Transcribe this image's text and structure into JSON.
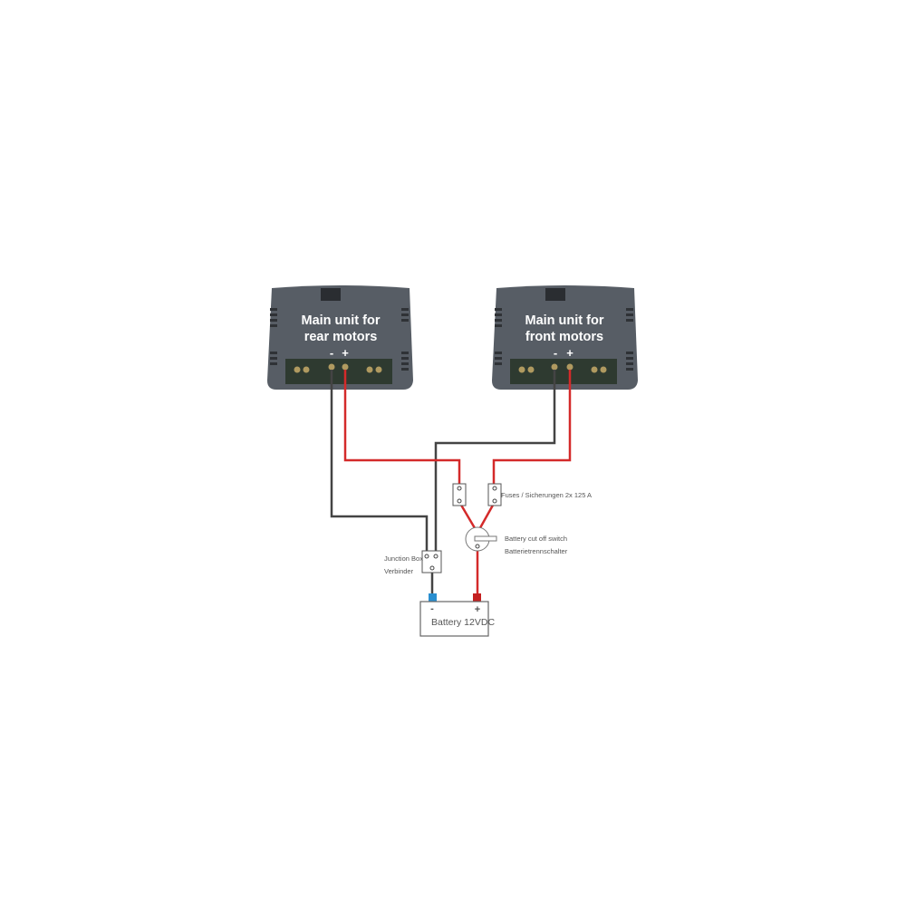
{
  "units": {
    "rear": {
      "line1": "Main unit for",
      "line2": "rear motors",
      "minus": "-",
      "plus": "+"
    },
    "front": {
      "line1": "Main unit for",
      "line2": "front motors",
      "minus": "-",
      "plus": "+"
    }
  },
  "labels": {
    "fuses": "Fuses / Sicherungen 2x 125 A",
    "switch_en": "Battery cut off switch",
    "switch_de": "Batterietrennschalter",
    "junction_en": "Junction Box",
    "junction_de": "Verbinder",
    "battery": "Battery 12VDC",
    "battery_minus": "-",
    "battery_plus": "+"
  },
  "colors": {
    "positive": "#d42a2a",
    "negative": "#444444",
    "unit_body": "#555b63",
    "neg_terminal": "#2a8fd0",
    "pos_terminal": "#c42020"
  }
}
